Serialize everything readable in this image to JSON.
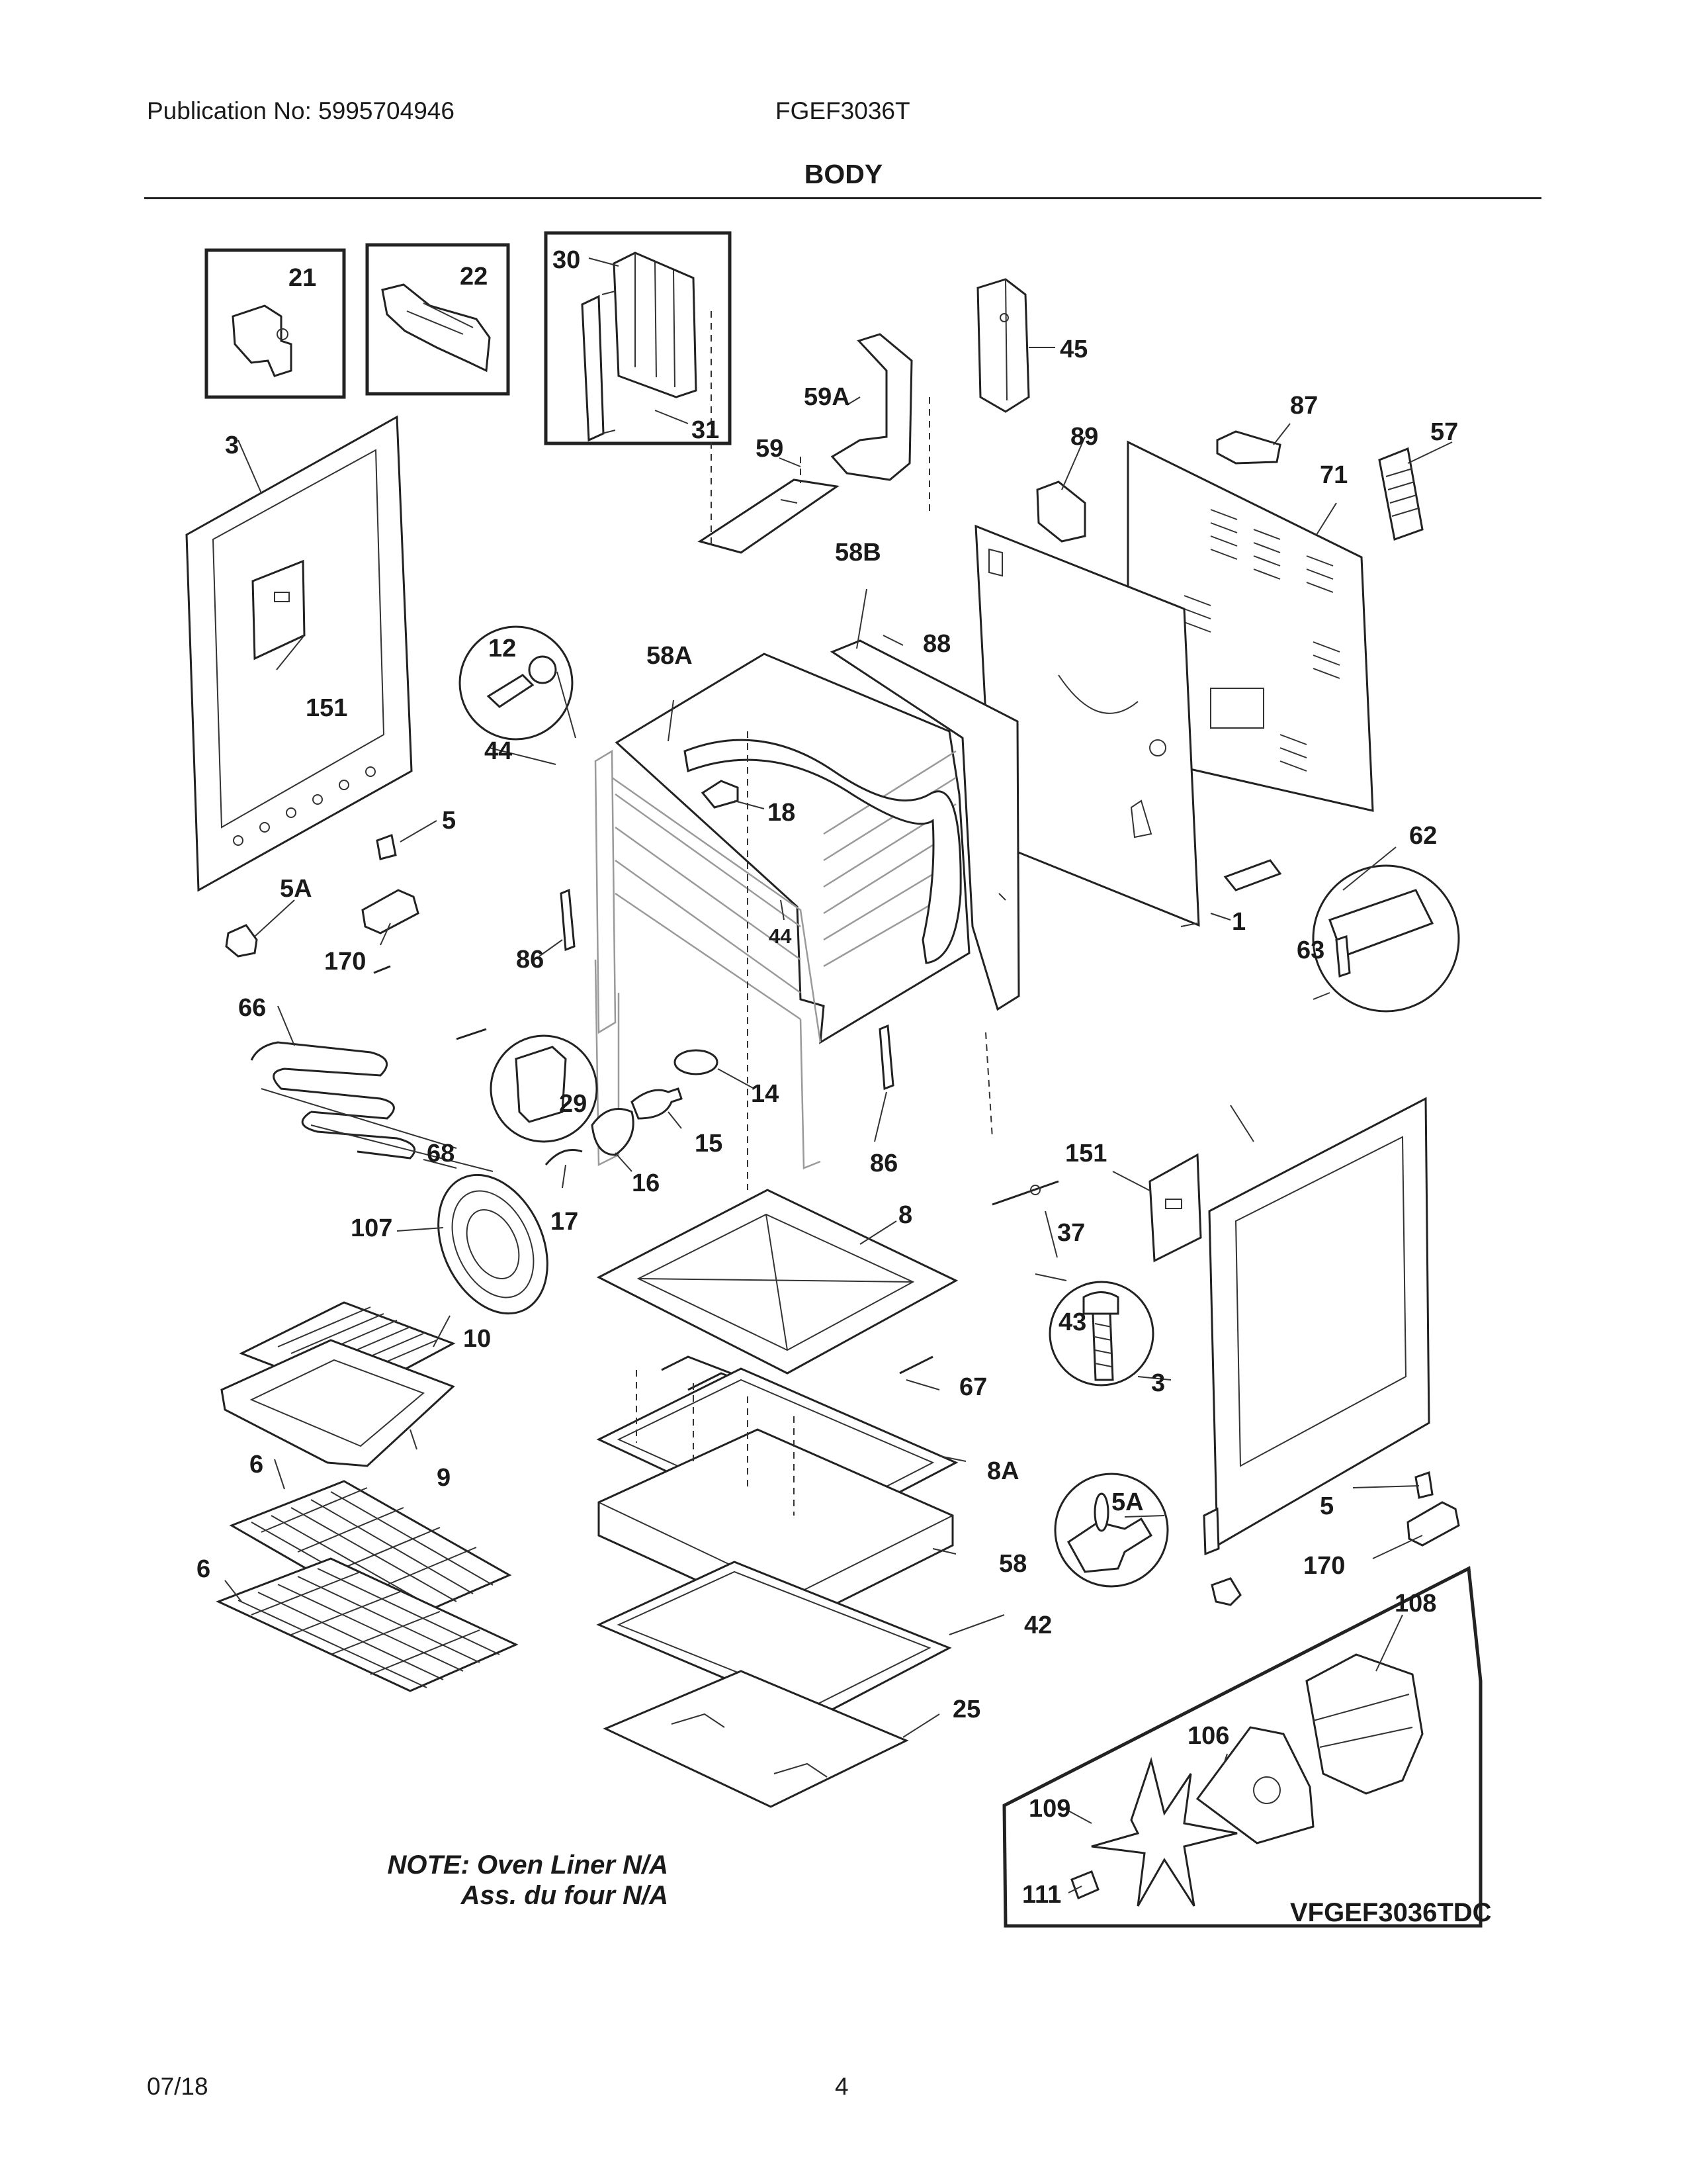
{
  "header": {
    "publication": "Publication No: 5995704946",
    "model": "FGEF3036T",
    "section_title": "BODY"
  },
  "note": {
    "line1": "NOTE: Oven Liner N/A",
    "line2": "Ass. du four N/A"
  },
  "diagram_code": "VFGEF3036TDC",
  "footer": {
    "date": "07/18",
    "page": "4"
  },
  "callouts": {
    "c21": "21",
    "c22": "22",
    "c30": "30",
    "c31": "31",
    "c45": "45",
    "c59A": "59A",
    "c59": "59",
    "c87": "87",
    "c57": "57",
    "c89": "89",
    "c71": "71",
    "c3a": "3",
    "c151a": "151",
    "c58B": "58B",
    "c88": "88",
    "c12": "12",
    "c58A": "58A",
    "c44a": "44",
    "c18": "18",
    "c5a": "5",
    "c5Aa": "5A",
    "c170a": "170",
    "c86a": "86",
    "c44b": "44",
    "c62": "62",
    "c63": "63",
    "c1": "1",
    "c66": "66",
    "c29": "29",
    "c14": "14",
    "c15": "15",
    "c68": "68",
    "c16": "16",
    "c86b": "86",
    "c151b": "151",
    "c17": "17",
    "c107": "107",
    "c8": "8",
    "c37": "37",
    "c43": "43",
    "c10": "10",
    "c67": "67",
    "c3b": "3",
    "c9": "9",
    "c6a": "6",
    "c8A": "8A",
    "c5Ab": "5A",
    "c5b": "5",
    "c6b": "6",
    "c58": "58",
    "c170b": "170",
    "c108": "108",
    "c42": "42",
    "c25": "25",
    "c106": "106",
    "c109": "109",
    "c111": "111"
  }
}
